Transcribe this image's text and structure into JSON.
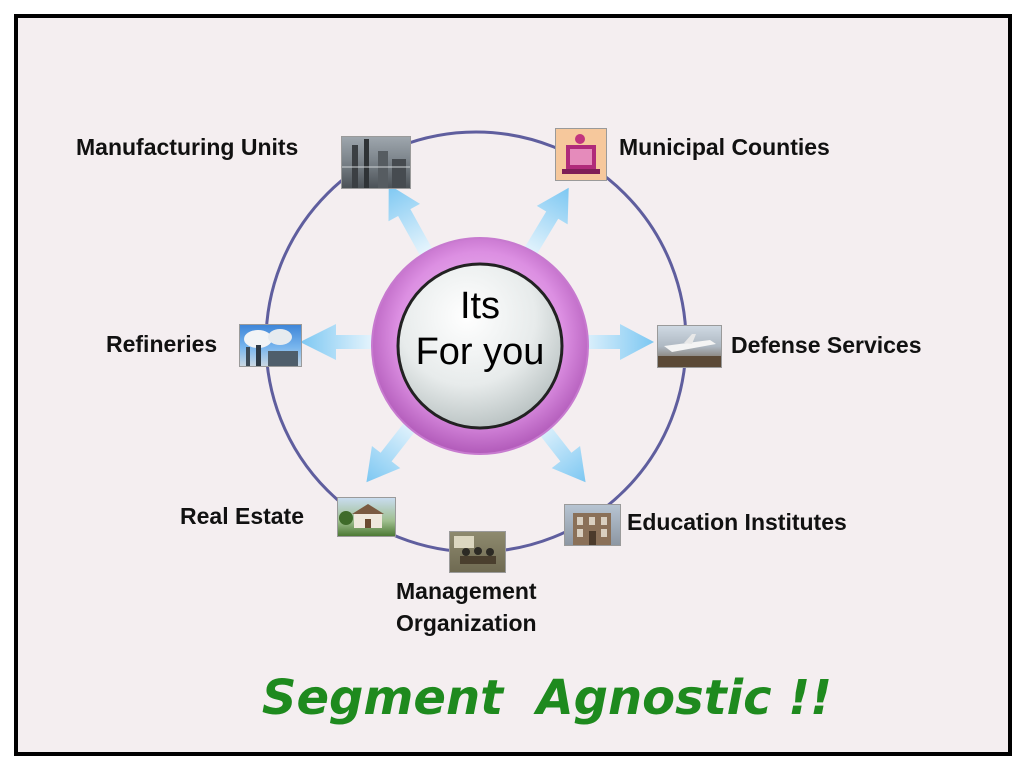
{
  "hub": {
    "line1": "Its",
    "line2": "For you"
  },
  "segments": {
    "manufacturing": "Manufacturing Units",
    "municipal": "Municipal Counties",
    "refineries": "Refineries",
    "defense": "Defense Services",
    "real_estate": "Real Estate",
    "education": "Education Institutes",
    "management_line1": "Management",
    "management_line2": "Organization"
  },
  "tagline": "Segment  Agnostic !!",
  "colors": {
    "ring": "#5f5e9e",
    "arrow": "#8fd0f4",
    "hub_outer": "#d98fe0",
    "tagline": "#1e8a1e",
    "frame_bg": "#f4eef0"
  }
}
